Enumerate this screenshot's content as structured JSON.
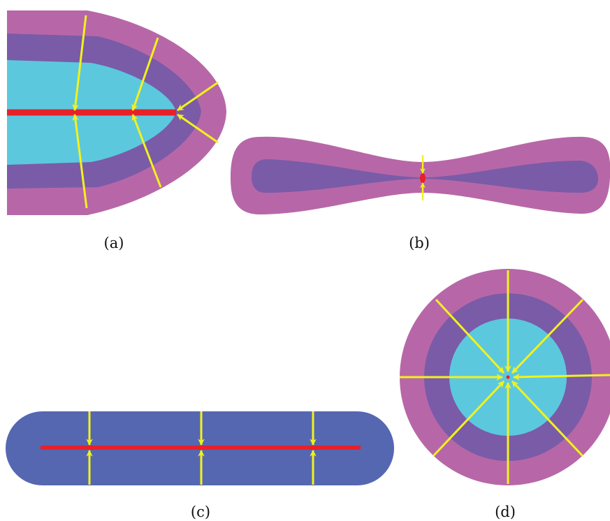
{
  "colors": {
    "outer_band": "#B767A7",
    "middle_band": "#7A5BA8",
    "inner_region": "#5CC8DE",
    "flat_band": "#5567B1",
    "medial_axis": "#E8202A",
    "flow_arrow": "#F2F21C"
  },
  "panels": [
    {
      "id": "a",
      "caption": "(a)"
    },
    {
      "id": "b",
      "caption": "(b)"
    },
    {
      "id": "c",
      "caption": "(c)"
    },
    {
      "id": "d",
      "caption": "(d)"
    }
  ]
}
